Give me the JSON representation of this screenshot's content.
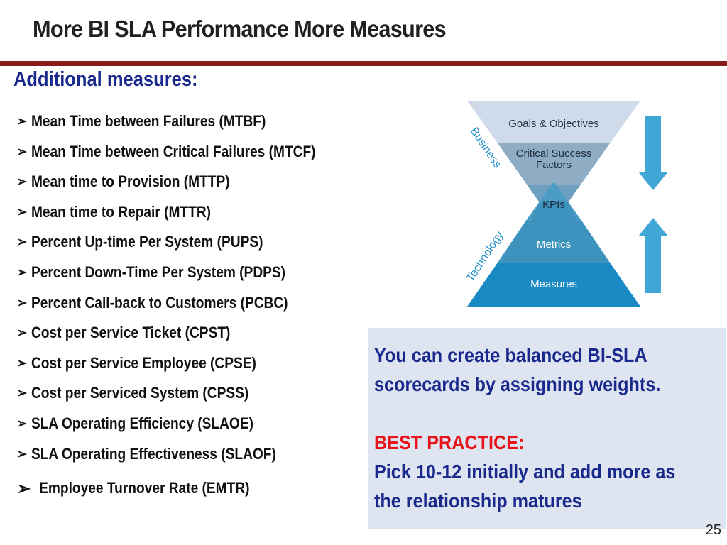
{
  "slide": {
    "title": "More BI SLA Performance More Measures",
    "heading": "Additional measures:",
    "page_number": "25"
  },
  "measures": [
    "Mean Time between Failures (MTBF)",
    "Mean Time between Critical Failures (MTCF)",
    "Mean time to Provision (MTTP)",
    "Mean time to Repair (MTTR)",
    "Percent Up-time Per System (PUPS)",
    "Percent Down-Time Per System (PDPS)",
    "Percent Call-back to Customers (PCBC)",
    "Cost per Service Ticket (CPST)",
    "Cost per Service Employee (CPSE)",
    "Cost per Serviced System (CPSS)",
    "SLA Operating Efficiency (SLAOE)",
    "SLA Operating Effectiveness (SLAOF)",
    "Employee Turnover Rate (EMTR)"
  ],
  "callout": {
    "line1": "You can create balanced BI-SLA",
    "line2": "scorecards by assigning weights.",
    "best_practice_label": "BEST PRACTICE:",
    "line3": "Pick 10-12 initially and add more as",
    "line4": "the relationship matures"
  },
  "diagram": {
    "goals": "Goals & Objectives",
    "csf_line1": "Critical Success",
    "csf_line2": "Factors",
    "kpis": "KPIs",
    "metrics": "Metrics",
    "measures": "Measures",
    "business_label": "Business",
    "technology_label": "Technology",
    "colors": {
      "goals": "#cfdbea",
      "csf": "#8eadc4",
      "kpis_top": "#6d9fc0",
      "kpis_bottom": "#4b9cc4",
      "metrics": "#3d93bd",
      "measures": "#1a8ac4",
      "arrow": "#3fa7d6",
      "side_label": "#1f8fc8"
    }
  }
}
